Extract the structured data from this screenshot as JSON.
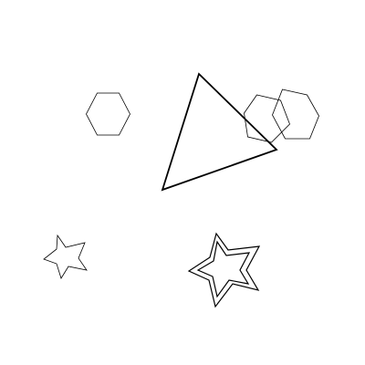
{
  "diagram": {
    "background": "#ffffff",
    "stroke_color": "#000000",
    "shapes": [
      {
        "name": "hexagon-left-shape",
        "kind": "hexagon",
        "count": 1
      },
      {
        "name": "triangle-shape",
        "kind": "triangle",
        "count": 1
      },
      {
        "name": "hexagon-pair-shape",
        "kind": "hexagon",
        "count": 2
      },
      {
        "name": "star-small-shape",
        "kind": "star",
        "count": 1
      },
      {
        "name": "star-double-shape",
        "kind": "star",
        "count": 2
      }
    ]
  }
}
